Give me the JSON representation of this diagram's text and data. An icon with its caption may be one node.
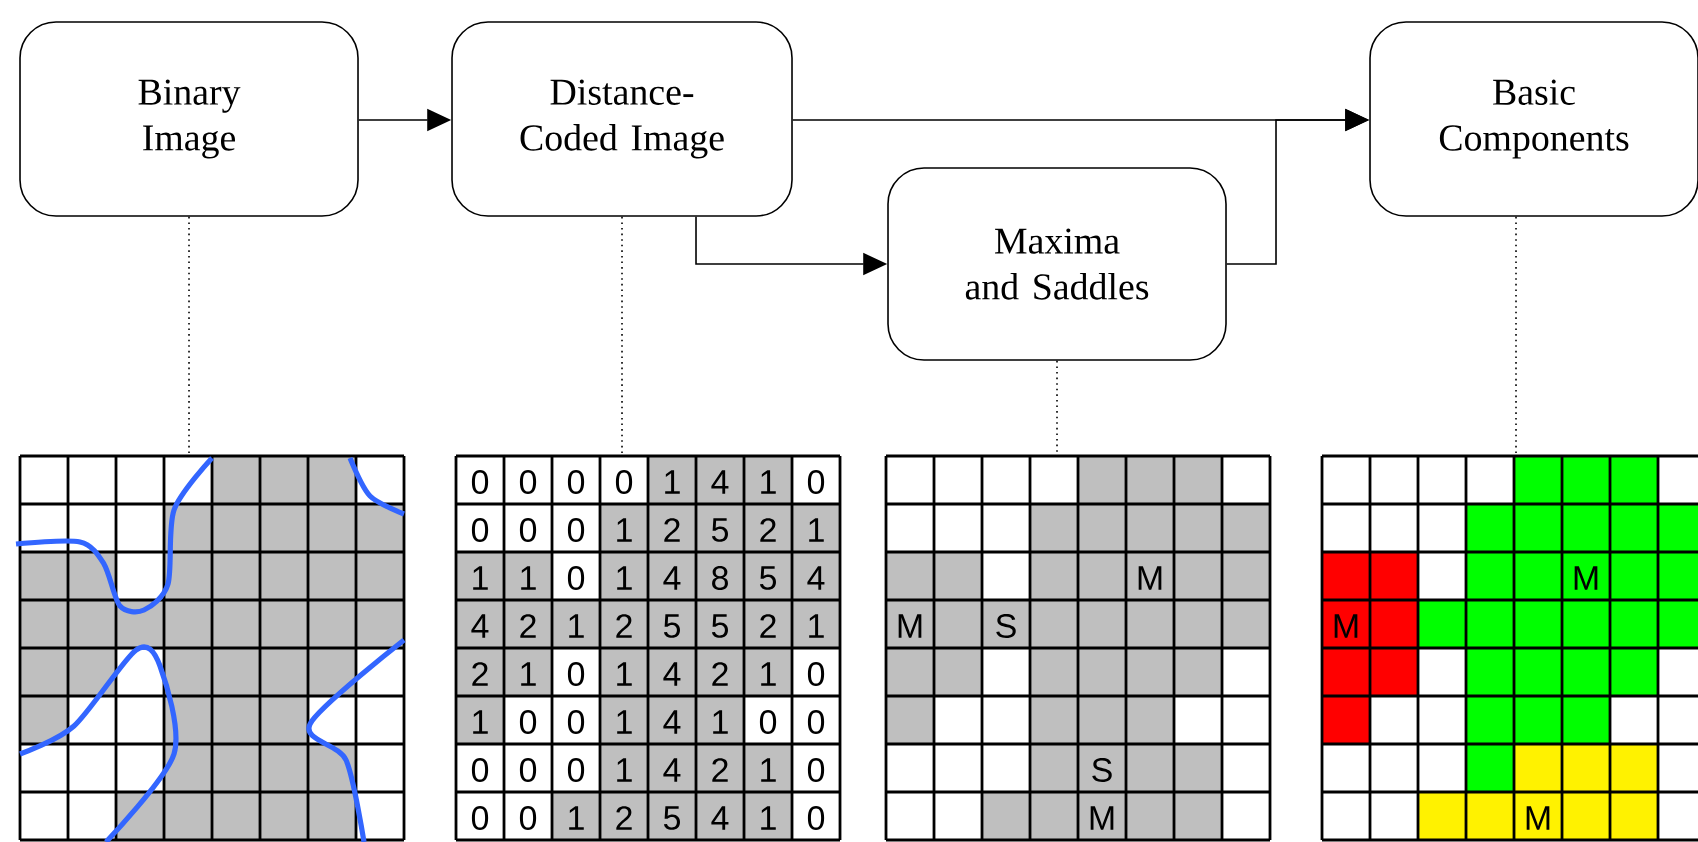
{
  "diagram": {
    "nodes": [
      {
        "text": [
          "Binary Image"
        ]
      },
      {
        "text": [
          "Distance-Coded Image"
        ]
      },
      {
        "text": [
          "Maxima and Saddles"
        ]
      },
      {
        "text": [
          "Basic Components"
        ]
      },
      {
        "text": [],
        "shape": "picture"
      },
      {
        "text": [],
        "shape": "picture"
      },
      {
        "text": [],
        "shape": "picture"
      },
      {
        "text": [],
        "shape": "picture"
      }
    ],
    "edges": [
      {
        "from": 0,
        "to": 1,
        "arrow": "to"
      },
      {
        "from": 1,
        "to": 3,
        "arrow": "to"
      },
      {
        "from": 1,
        "to": 2,
        "arrow": "to"
      },
      {
        "from": 2,
        "to": 3,
        "arrow": "to"
      },
      {
        "from": 0,
        "to": 4,
        "arrow": "none",
        "style": "dashed"
      },
      {
        "from": 1,
        "to": 5,
        "arrow": "none",
        "style": "dashed"
      },
      {
        "from": 2,
        "to": 6,
        "arrow": "none",
        "style": "dashed"
      },
      {
        "from": 3,
        "to": 7,
        "arrow": "none",
        "style": "dashed"
      }
    ],
    "labels": [
      "0",
      "0",
      "0",
      "0",
      "1",
      "4",
      "1",
      "0",
      "0",
      "0",
      "0",
      "1",
      "2",
      "5",
      "2",
      "1",
      "1",
      "1",
      "0",
      "1",
      "4",
      "8",
      "5",
      "4",
      "4",
      "2",
      "1",
      "2",
      "5",
      "5",
      "2",
      "1",
      "2",
      "1",
      "0",
      "1",
      "4",
      "2",
      "1",
      "0",
      "1",
      "0",
      "0",
      "1",
      "4",
      "1",
      "0",
      "0",
      "0",
      "0",
      "0",
      "1",
      "4",
      "2",
      "1",
      "0",
      "0",
      "0",
      "1",
      "2",
      "5",
      "4",
      "1",
      "0",
      "M",
      "M",
      "S",
      "S",
      "M",
      "M",
      "M",
      "M"
    ]
  }
}
